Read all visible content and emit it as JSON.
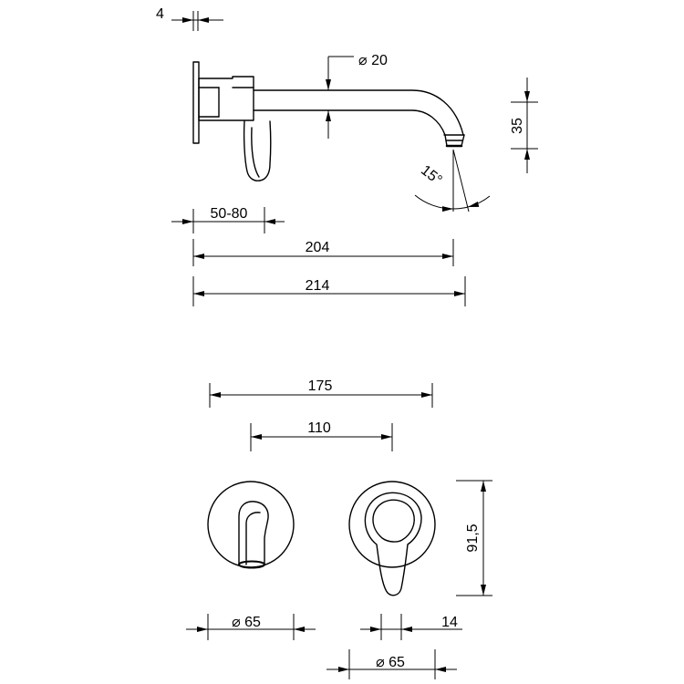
{
  "drawing": {
    "line_color": "#000000",
    "background": "#ffffff"
  },
  "side_view": {
    "wall_plate_thickness": "4",
    "spout_diameter": "⌀ 20",
    "spout_outlet_height": "35",
    "outlet_angle": "15°",
    "wall_depth_range": "50-80",
    "spout_projection": "204",
    "overall_projection": "214"
  },
  "front_view": {
    "outer_width": "175",
    "center_distance": "110",
    "lever_height": "91,5",
    "spout_plate_diameter": "⌀ 65",
    "lever_width": "14",
    "mixer_plate_diameter": "⌀ 65"
  }
}
